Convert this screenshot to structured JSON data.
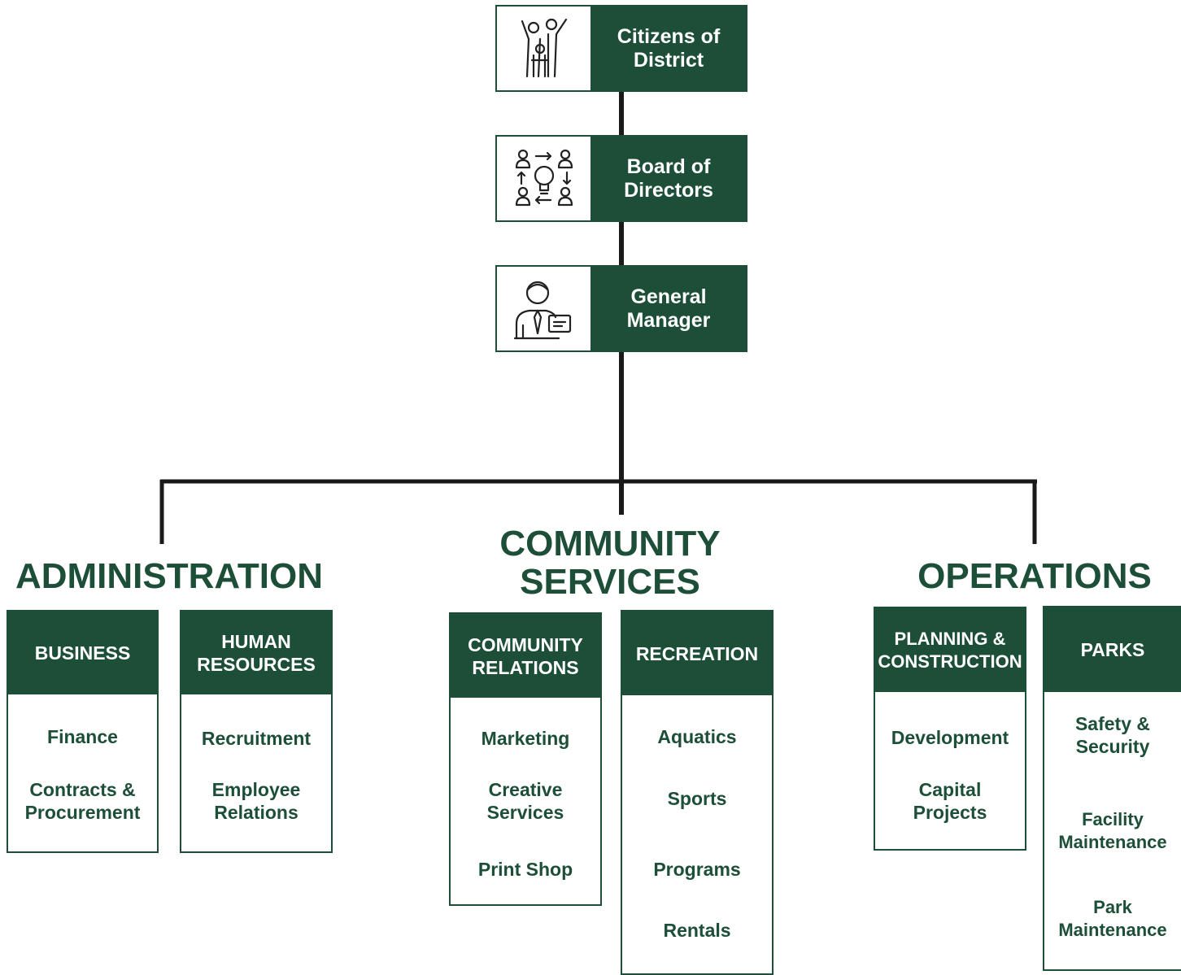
{
  "hierarchy": [
    {
      "label": "Citizens of\nDistrict",
      "icon": "family-icon"
    },
    {
      "label": "Board of\nDirectors",
      "icon": "board-collaboration-icon"
    },
    {
      "label": "General\nManager",
      "icon": "manager-icon"
    }
  ],
  "divisions": [
    {
      "title": "ADMINISTRATION",
      "units": [
        {
          "head": "BUSINESS",
          "items": [
            "Finance",
            "Contracts &\nProcurement"
          ]
        },
        {
          "head": "HUMAN\nRESOURCES",
          "items": [
            "Recruitment",
            "Employee\nRelations"
          ]
        }
      ]
    },
    {
      "title": "COMMUNITY\nSERVICES",
      "units": [
        {
          "head": "COMMUNITY\nRELATIONS",
          "items": [
            "Marketing",
            "Creative\nServices",
            "Print Shop"
          ]
        },
        {
          "head": "RECREATION",
          "items": [
            "Aquatics",
            "Sports",
            "Programs",
            "Rentals"
          ]
        }
      ]
    },
    {
      "title": "OPERATIONS",
      "units": [
        {
          "head": "PLANNING &\nCONSTRUCTION",
          "items": [
            "Development",
            "Capital\nProjects"
          ]
        },
        {
          "head": "PARKS",
          "items": [
            "Safety &\nSecurity",
            "Facility\nMaintenance",
            "Park\nMaintenance"
          ]
        }
      ]
    }
  ],
  "colors": {
    "primary": "#1d4f38",
    "line": "#1a1a1a",
    "background": "#ffffff"
  }
}
